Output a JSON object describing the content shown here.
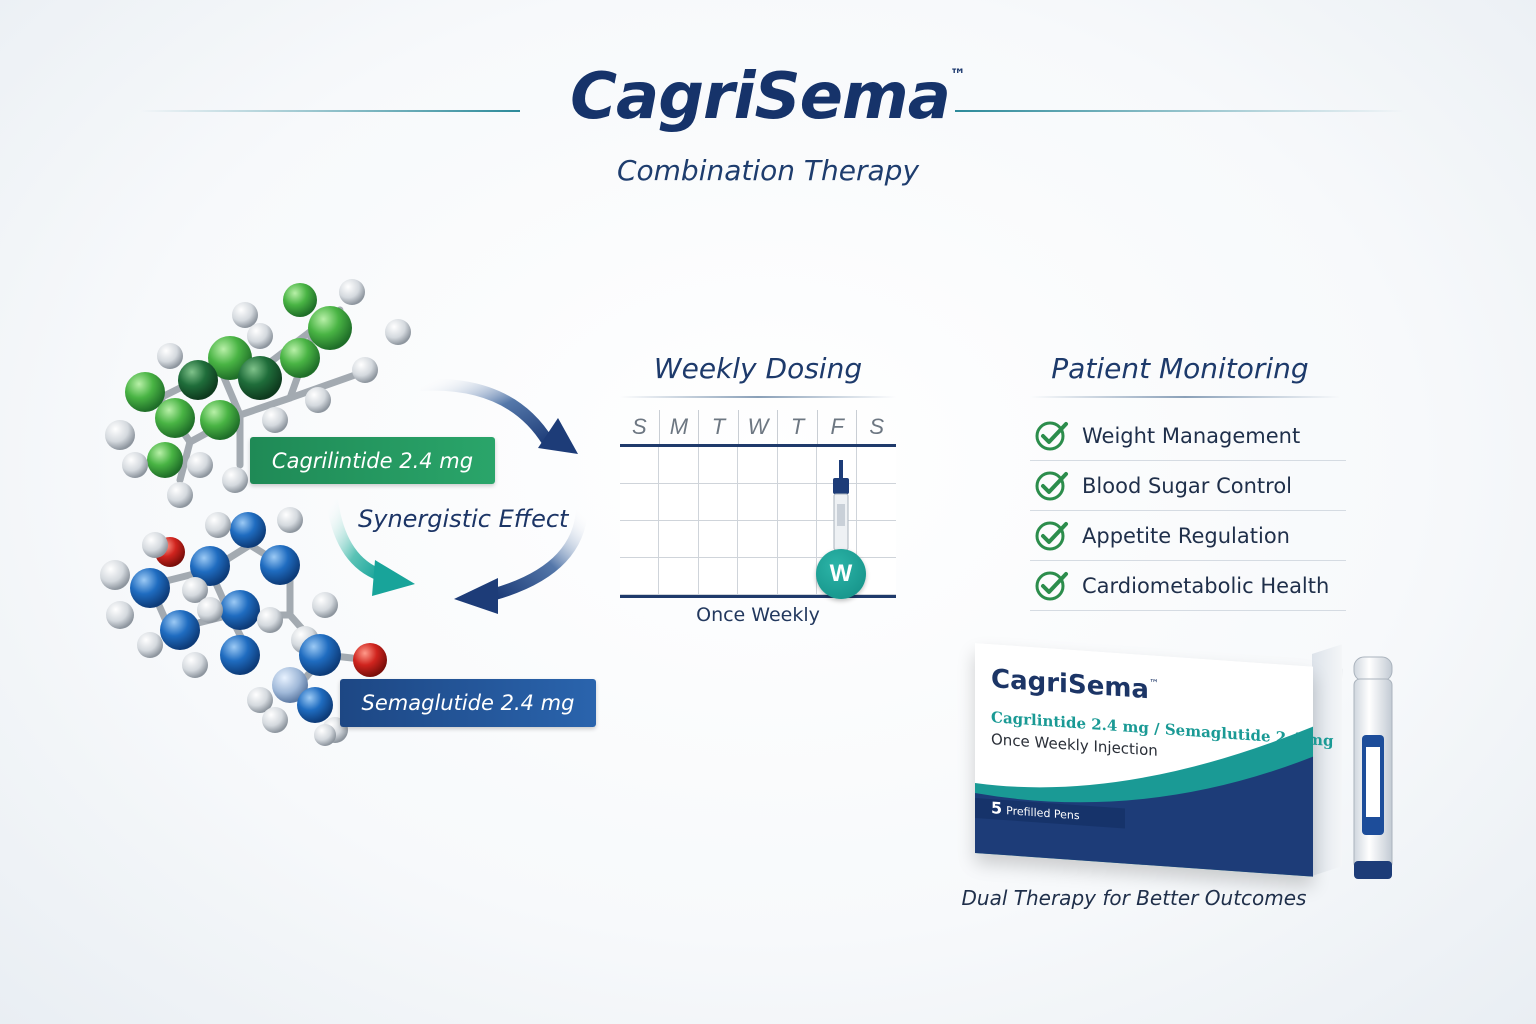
{
  "header": {
    "brand": "CagriSema",
    "trademark": "™",
    "tagline": "Combination Therapy"
  },
  "molecules": {
    "cagrilintide_label": "Cagrilintide 2.4 mg",
    "semaglutide_label": "Semaglutide 2.4 mg",
    "effect_label": "Synergistic Effect"
  },
  "dosing": {
    "title": "Weekly Dosing",
    "days": [
      "S",
      "M",
      "T",
      "W",
      "T",
      "F",
      "S"
    ],
    "badge": "W",
    "caption": "Once Weekly"
  },
  "monitoring": {
    "title": "Patient Monitoring",
    "items": [
      {
        "label": "Weight Management"
      },
      {
        "label": "Blood Sugar Control"
      },
      {
        "label": "Appetite Regulation"
      },
      {
        "label": "Cardiometabolic Health"
      }
    ]
  },
  "product": {
    "name": "CagriSema",
    "trademark": "™",
    "drugs": "Cagrlintide 2.4 mg / Semaglutide 2.4 mg",
    "route": "Once Weekly Injection",
    "count": "5",
    "pens": "Prefilled Pens",
    "footer": "Dual Therapy for Better Outcomes"
  },
  "colors": {
    "navy": "#16336a",
    "teal": "#1a9a95",
    "green": "#2aa56a",
    "blue": "#2a64ad"
  }
}
